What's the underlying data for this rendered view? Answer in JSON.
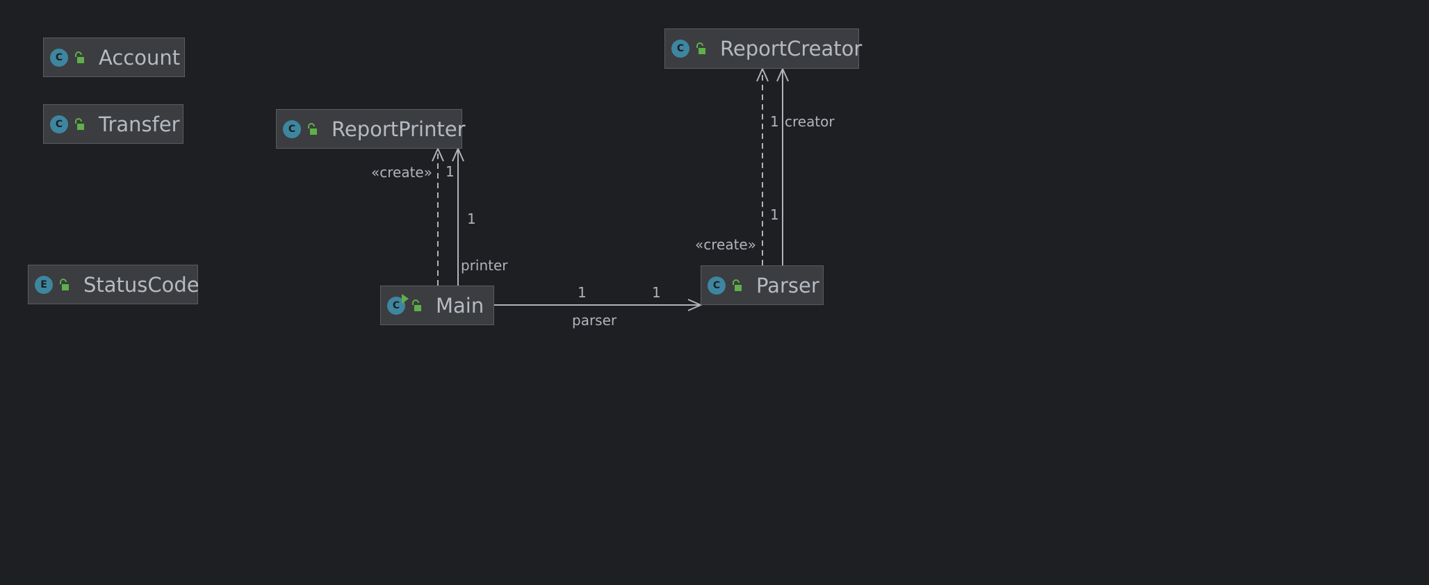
{
  "nodes": {
    "account": {
      "kind": "C",
      "name": "Account"
    },
    "transfer": {
      "kind": "C",
      "name": "Transfer"
    },
    "status_code": {
      "kind": "E",
      "name": "StatusCode"
    },
    "report_printer": {
      "kind": "C",
      "name": "ReportPrinter"
    },
    "report_creator": {
      "kind": "C",
      "name": "ReportCreator"
    },
    "main": {
      "kind": "C",
      "name": "Main",
      "runnable": true
    },
    "parser": {
      "kind": "C",
      "name": "Parser"
    }
  },
  "edges": {
    "main_creates_printer": {
      "stereotype": "«create»"
    },
    "main_printer": {
      "role": "printer",
      "multiplicity_source": "1",
      "multiplicity_target": "1"
    },
    "main_parser": {
      "role": "parser",
      "multiplicity_source": "1",
      "multiplicity_target": "1"
    },
    "parser_creates_creator": {
      "stereotype": "«create»"
    },
    "parser_creator": {
      "role": "creator",
      "multiplicity_source": "1",
      "multiplicity_target": "1"
    }
  },
  "colors": {
    "background": "#1e1f22",
    "node_fill": "#3b3d40",
    "node_border": "#5a5d61",
    "text": "#b6bbc2",
    "class_badge": "#3e86a0",
    "visibility_icon": "#5fb04a",
    "edge": "#b0b4bb"
  },
  "icons": {
    "kind_badge": "class-icon",
    "visibility": "public-lock-icon",
    "run": "run-marker-icon"
  }
}
